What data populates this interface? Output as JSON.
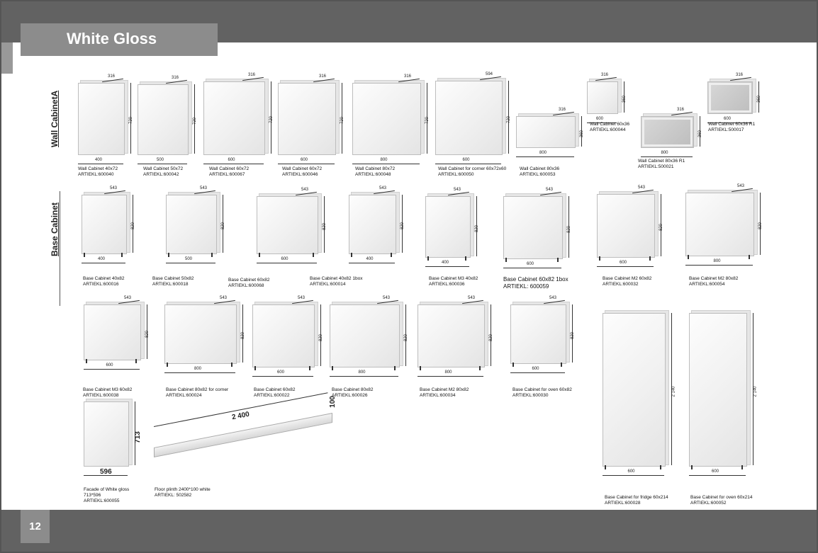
{
  "header": {
    "title": "White Gloss"
  },
  "footer": {
    "page_number": "12"
  },
  "sections": {
    "wall": "Wall CabinetA",
    "base": "Base Cabinet"
  },
  "items": [
    {
      "name": "Wall Cabinet 40x72",
      "article": "ARTIEKL:600040",
      "depth": "316",
      "height": "720",
      "width": "400"
    },
    {
      "name": "Wall Cabinet 50x72",
      "article": "ARTIEKL:600042",
      "depth": "316",
      "height": "720",
      "width": "500"
    },
    {
      "name": "Wall Cabinet 60x72",
      "article": "ARTIEKL:600067",
      "depth": "316",
      "height": "720",
      "width": "600"
    },
    {
      "name": "Wall Cabinet 60x72",
      "article": "ARTIEKL:600046",
      "depth": "316",
      "height": "720",
      "width": "600"
    },
    {
      "name": "Wall Cabinet 80x72",
      "article": "ARTIEKL:600048",
      "depth": "316",
      "height": "720",
      "width": "800"
    },
    {
      "name": "Wall Cabinet for corner 60x72x60",
      "article": "ARTIEKL:600050",
      "depth": "594",
      "height": "720",
      "width": "600"
    },
    {
      "name": "Wall Cabinet 80x36",
      "article": "ARTIEKL:600053",
      "depth": "316",
      "height": "360",
      "width": "800"
    },
    {
      "name": "Wall Cabinet 60x36",
      "article": "ARTIEKL:600044",
      "depth": "316",
      "height": "360",
      "width": "600"
    },
    {
      "name": "Wall Cabinet 80x36 R1",
      "article": "ARTIEKL:500021",
      "depth": "316",
      "height": "360",
      "width": "800"
    },
    {
      "name": "Wall Cabinet 60x36 R1",
      "article": "ARTIEKL:500017",
      "depth": "316",
      "height": "360",
      "width": "600"
    },
    {
      "name": "Base Cabinet 40x82",
      "article": "ARTIEKL:600016",
      "depth": "543",
      "height": "820",
      "width": "400"
    },
    {
      "name": "Base Cabinet 50x82",
      "article": "ARTIEKL:600018",
      "depth": "543",
      "height": "820",
      "width": "500"
    },
    {
      "name": "Base Cabinet 60x82",
      "article": "ARTIEKL:600068",
      "depth": "543",
      "height": "820",
      "width": "600"
    },
    {
      "name": "Base Cabinet 40x82 1box",
      "article": "ARTIEKL:600014",
      "depth": "543",
      "height": "820",
      "width": "400"
    },
    {
      "name": "Base Cabinet M3 40x82",
      "article": "ARTIEKL:600036",
      "depth": "543",
      "height": "820",
      "width": "400"
    },
    {
      "name": "Base Cabinet 60x82 1box",
      "article": "ARTIEKL: 600059",
      "depth": "543",
      "height": "820",
      "width": "600"
    },
    {
      "name": "Base Cabinet M2 60x82",
      "article": "ARTIEKL:600032",
      "depth": "543",
      "height": "820",
      "width": "600"
    },
    {
      "name": "Base Cabinet M2 80x82",
      "article": "ARTIEKL:600054",
      "depth": "543",
      "height": "820",
      "width": "800"
    },
    {
      "name": "Base Cabinet M3 60x82",
      "article": "ARTIEKL:600038",
      "depth": "543",
      "height": "820",
      "width": "600"
    },
    {
      "name": "Base Cabinet 80x82 for corner",
      "article": "ARTIEKL:600024",
      "depth": "543",
      "height": "820",
      "width": "800"
    },
    {
      "name": "Base Cabinet 60x82",
      "article": "ARTIEKL:600022",
      "depth": "543",
      "height": "820",
      "width": "600"
    },
    {
      "name": "Base Cabinet 80x82",
      "article": "ARTIEKL:600026",
      "depth": "543",
      "height": "820",
      "width": "800"
    },
    {
      "name": "Base Cabinet M2 80x82",
      "article": "ARTIEKL:600034",
      "depth": "543",
      "height": "820",
      "width": "800"
    },
    {
      "name": "Base Cabinet for oven 60x82",
      "article": "ARTIEKL:600030",
      "depth": "543",
      "height": "820",
      "width": "600"
    },
    {
      "name": "Base Cabinet for fridge 60x214",
      "article": "ARTIEKL:600028",
      "depth": "",
      "height": "2 140",
      "width": "600"
    },
    {
      "name": "Base Cabinet for oven 60x214",
      "article": "ARTIEKL:600052",
      "depth": "",
      "height": "2 140",
      "width": "600"
    },
    {
      "name": "Facade of White gloss",
      "size": "713*596",
      "article": "ARTIEKL:600055",
      "depth": "",
      "height": "713",
      "width": "596"
    },
    {
      "name": "Floor plinth 2400*100 white",
      "article": "ARTIEKL: 502582",
      "depth": "",
      "height": "100",
      "width": "2 400"
    }
  ]
}
